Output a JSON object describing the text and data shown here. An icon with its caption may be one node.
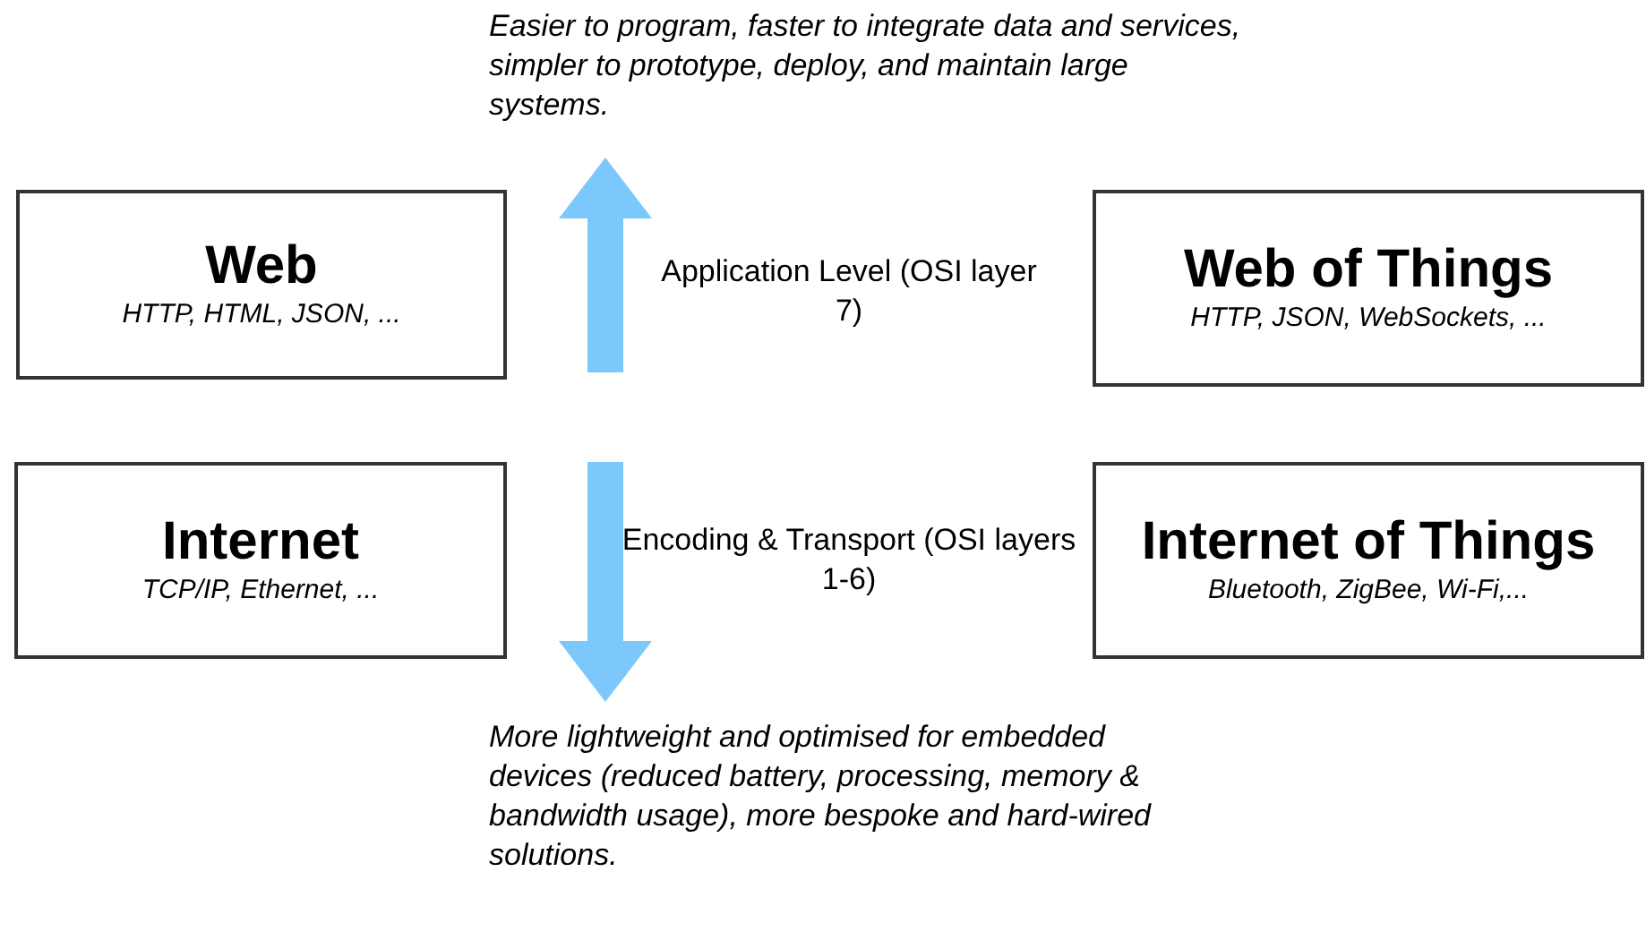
{
  "diagram": {
    "nodes": [
      {
        "text": [
          "Web",
          "HTTP, HTML, JSON, ..."
        ]
      },
      {
        "text": [
          "Web of Things",
          "HTTP, JSON, WebSockets, ..."
        ]
      },
      {
        "text": [
          "Internet",
          "TCP/IP, Ethernet, ..."
        ]
      },
      {
        "text": [
          "Internet of Things",
          "Bluetooth, ZigBee, Wi-Fi,..."
        ]
      }
    ],
    "edges": [],
    "labels": [
      "Easier to program, faster to integrate data and services, simpler to prototype, deploy, and maintain large systems.",
      "Application Level (OSI layer 7)",
      "Encoding & Transport (OSI layers 1-6)",
      "More lightweight and optimised for embedded devices (reduced battery, processing, memory & bandwidth usage), more bespoke and hard-wired solutions."
    ]
  }
}
